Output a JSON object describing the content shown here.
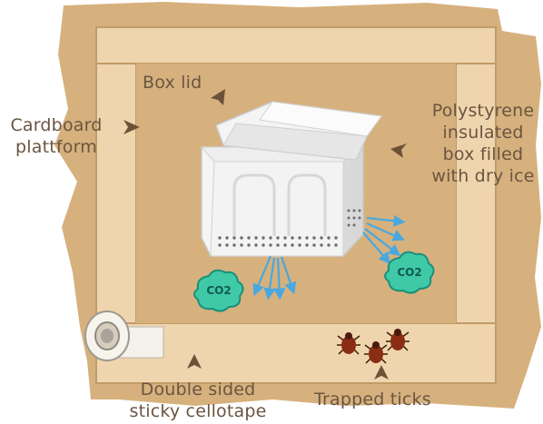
{
  "labels": {
    "cardboard": [
      "Cardboard",
      "plattform"
    ],
    "box_lid": "Box lid",
    "polystyrene": [
      "Polystyrene",
      "insulated",
      "box filled",
      "with dry ice"
    ],
    "tape": [
      "Double sided",
      "sticky cellotape"
    ],
    "ticks": "Trapped ticks"
  },
  "badges": {
    "co2_left": "CO2",
    "co2_right": "CO2"
  },
  "colors": {
    "cardboard": "#d6b17e",
    "tape_frame": "#efd5ad",
    "text": "#6a5540",
    "arrow": "#6b5238",
    "co2_fill": "#3fc9a6",
    "co2_text": "#0e5a52",
    "gas_arrow": "#4aa8de",
    "tick": "#8a2d14"
  }
}
